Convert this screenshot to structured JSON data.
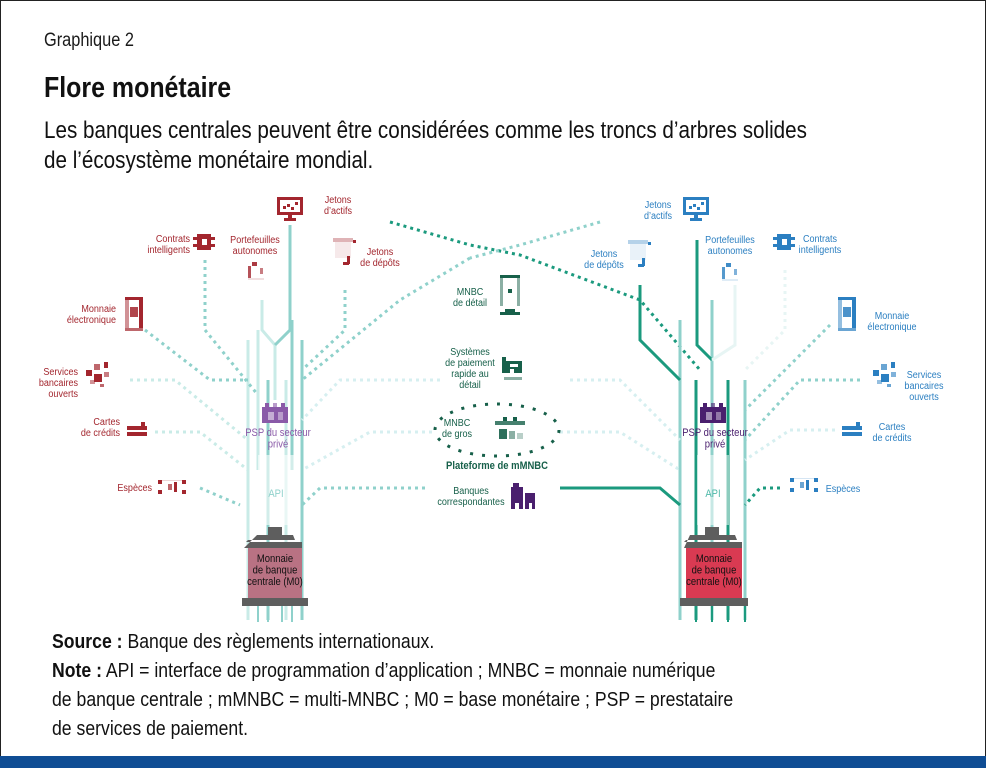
{
  "header": {
    "kicker": "Graphique 2",
    "title": "Flore monétaire",
    "subtitle_line1": "Les banques centrales peuvent être considérées comme les troncs d’arbres solides",
    "subtitle_line2": "de l’écosystème monétaire mondial."
  },
  "colors": {
    "left_accent": "#a3262e",
    "right_accent": "#2b7fc1",
    "center_green": "#17604a",
    "psp_purple_left": "#8a5aa8",
    "psp_purple_right": "#4a1f6e",
    "line_teal_light": "#8fd1cb",
    "line_teal_dark": "#1b9a7e",
    "m0_left": "#b97283",
    "m0_right": "#d93a52",
    "grey_cap": "#5e5e5e",
    "bottom_bar": "#0f4d94"
  },
  "left_tree": {
    "leaves": [
      {
        "id": "jetons-actifs",
        "label": [
          "Jetons",
          "d’actifs"
        ],
        "icon": "monitor-chart-icon"
      },
      {
        "id": "contrats-intelligents",
        "label": [
          "Contrats",
          "intelligents"
        ],
        "icon": "chip-icon"
      },
      {
        "id": "portefeuilles-autonomes",
        "label": [
          "Portefeuilles",
          "autonomes"
        ],
        "icon": "wallet-icon"
      },
      {
        "id": "jetons-depots",
        "label": [
          "Jetons",
          "de dépôts"
        ],
        "icon": "document-icon"
      },
      {
        "id": "monnaie-electronique",
        "label": [
          "Monnaie",
          "électronique"
        ],
        "icon": "phone-icon"
      },
      {
        "id": "services-bancaires-ouverts",
        "label": [
          "Services",
          "bancaires",
          "ouverts"
        ],
        "icon": "network-icon"
      },
      {
        "id": "cartes-credits",
        "label": [
          "Cartes",
          "de crédits"
        ],
        "icon": "credit-card-icon"
      },
      {
        "id": "especes",
        "label": [
          "Espèces"
        ],
        "icon": "banknote-icon"
      }
    ],
    "psp_label": [
      "PSP du secteur",
      "privé"
    ],
    "api_label": "API",
    "trunk_label": [
      "Monnaie",
      "de banque",
      "centrale (M0)"
    ]
  },
  "right_tree": {
    "leaves": [
      {
        "id": "jetons-actifs",
        "label": [
          "Jetons",
          "d’actifs"
        ],
        "icon": "monitor-chart-icon"
      },
      {
        "id": "jetons-depots",
        "label": [
          "Jetons",
          "de dépôts"
        ],
        "icon": "document-icon"
      },
      {
        "id": "portefeuilles-autonomes",
        "label": [
          "Portefeuilles",
          "autonomes"
        ],
        "icon": "wallet-icon"
      },
      {
        "id": "contrats-intelligents",
        "label": [
          "Contrats",
          "intelligents"
        ],
        "icon": "chip-icon"
      },
      {
        "id": "monnaie-electronique",
        "label": [
          "Monnaie",
          "électronique"
        ],
        "icon": "phone-icon"
      },
      {
        "id": "services-bancaires-ouverts",
        "label": [
          "Services",
          "bancaires",
          "ouverts"
        ],
        "icon": "network-icon"
      },
      {
        "id": "cartes-credits",
        "label": [
          "Cartes",
          "de crédits"
        ],
        "icon": "credit-card-icon"
      },
      {
        "id": "especes",
        "label": [
          "Espèces"
        ],
        "icon": "banknote-icon"
      }
    ],
    "psp_label": [
      "PSP du secteur",
      "privé"
    ],
    "api_label": "API",
    "trunk_label": [
      "Monnaie",
      "de banque",
      "centrale (M0)"
    ]
  },
  "center": {
    "mnbc_detail": [
      "MNBC",
      "de détail"
    ],
    "paiement_rapide": [
      "Systèmes",
      "de paiement",
      "rapide au",
      "détail"
    ],
    "mnbc_gros": [
      "MNBC",
      "de gros"
    ],
    "plateforme": "Plateforme de mMNBC",
    "banques_correspondantes": [
      "Banques",
      "correspondantes"
    ]
  },
  "footer": {
    "source_label": "Source :",
    "source_text": " Banque des règlements internationaux.",
    "note_label": "Note :",
    "note_text_line1": " API = interface de programmation d’application ; MNBC = monnaie numérique",
    "note_text_line2": "de banque centrale ; mMNBC = multi-MNBC ; M0 = base monétaire ; PSP = prestataire",
    "note_text_line3": "de services de paiement."
  }
}
